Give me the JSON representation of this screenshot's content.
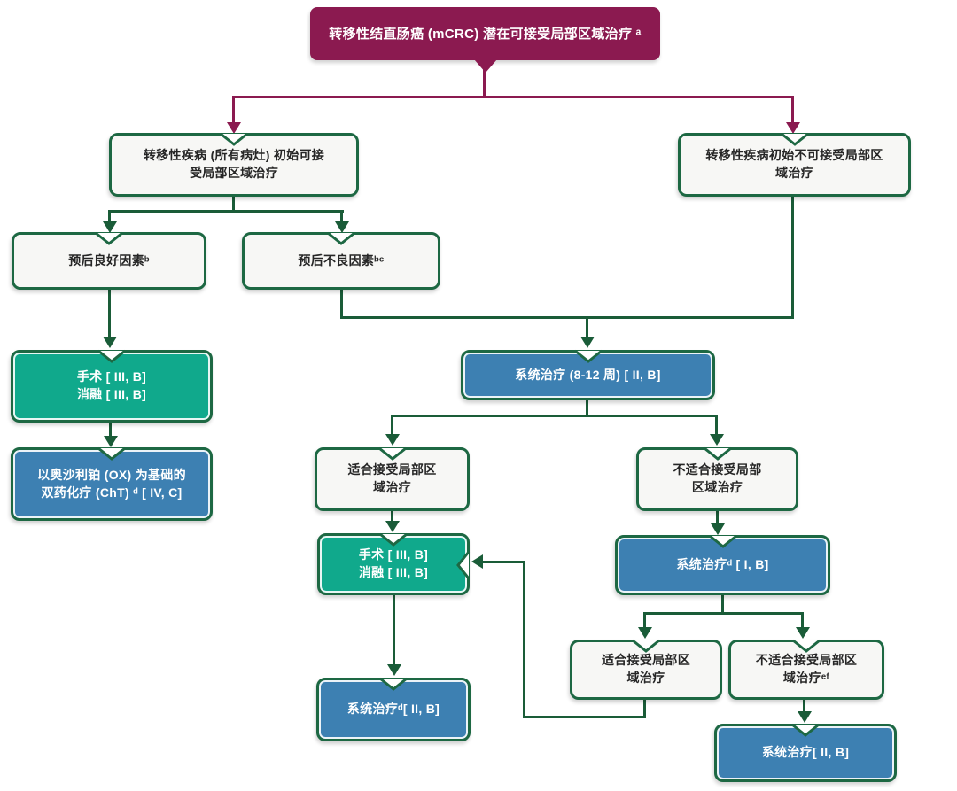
{
  "title": "mCRC 潜在可接受局部区域治疗流程图",
  "colors": {
    "root_fill": "#8b1a50",
    "connector_maroon": "#8b1a50",
    "connector_green": "#1a5c38",
    "box_border_green": "#1d6843",
    "green_fill": "#10a98c",
    "blue_fill": "#3d80b2",
    "white_fill": "#f7f7f5",
    "text_dark": "#262626",
    "text_light": "#ffffff"
  },
  "nodes": {
    "root": {
      "label": "转移性结直肠癌 (mCRC) 潜在可接受局部区域治疗 ᵃ",
      "type": "maroon"
    },
    "initially_resectable": {
      "label": "转移性疾病 (所有病灶) 初始可接\n受局部区域治疗",
      "type": "white"
    },
    "initially_unresectable": {
      "label": "转移性疾病初始不可接受局部区\n域治疗",
      "type": "white"
    },
    "favorable_prognosis": {
      "label": "预后良好因素ᵇ",
      "type": "white"
    },
    "unfavorable_prognosis": {
      "label": "预后不良因素ᵇᶜ",
      "type": "white"
    },
    "surgery_ablation_left": {
      "label": "手术 [ III, B]\n消融 [ III, B]",
      "type": "green"
    },
    "ox_doublet_cht": {
      "label": "以奥沙利铂 (OX) 为基础的\n双药化疗 (ChT) ᵈ [ IV, C]",
      "type": "blue"
    },
    "systemic_8_12_weeks": {
      "label": "系统治疗 (8-12 周) [ II, B]",
      "type": "blue"
    },
    "fit_local_1": {
      "label": "适合接受局部区\n域治疗",
      "type": "white"
    },
    "unfit_local_1": {
      "label": "不适合接受局部\n区域治疗",
      "type": "white"
    },
    "surgery_ablation_mid": {
      "label": "手术 [ III, B]\n消融 [ III, B]",
      "type": "green"
    },
    "systemic_d_2": {
      "label": "系统治疗ᵈ[ II, B]",
      "type": "blue"
    },
    "systemic_d_1": {
      "label": "系统治疗ᵈ [ I, B]",
      "type": "blue"
    },
    "fit_local_2": {
      "label": "适合接受局部区\n域治疗",
      "type": "white"
    },
    "unfit_local_ef": {
      "label": "不适合接受局部区\n域治疗ᵉᶠ",
      "type": "white"
    },
    "systemic_2": {
      "label": "系统治疗[ II, B]",
      "type": "blue"
    }
  }
}
